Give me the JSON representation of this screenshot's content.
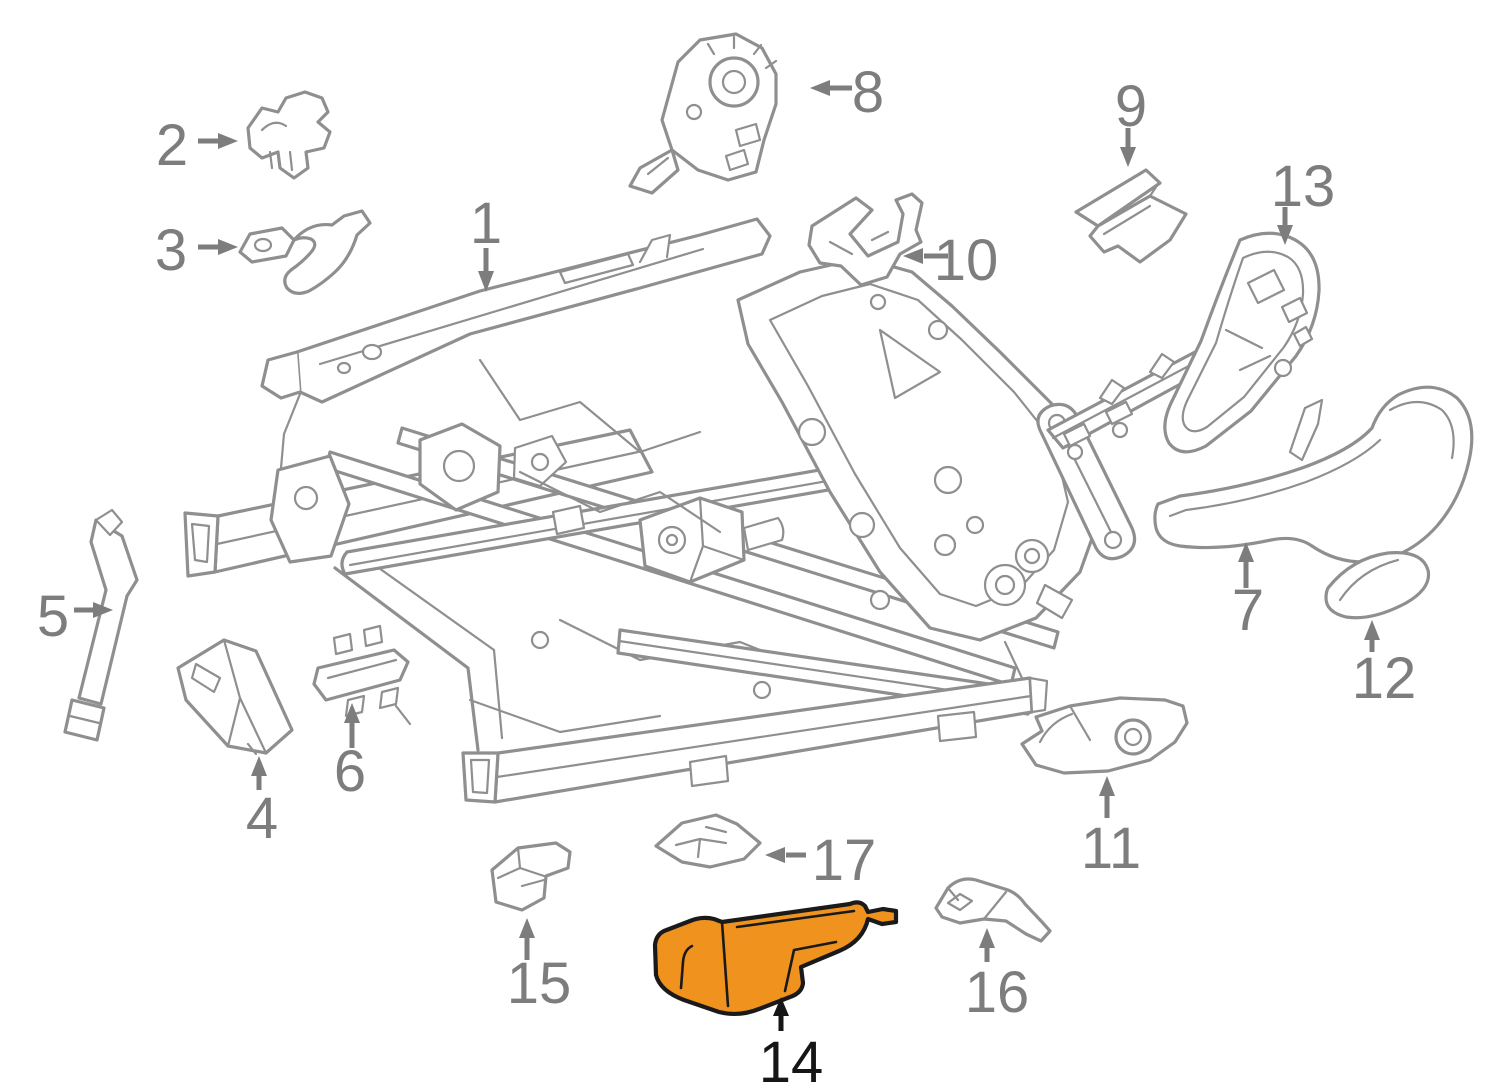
{
  "diagram": {
    "kind": "exploded-parts-diagram",
    "background": "#ffffff",
    "colors": {
      "line": "#8f8f8f",
      "label": "#7d7d7d",
      "highlight_fill": "#F0921E",
      "highlight_outline": "#1a1a1a",
      "highlight_label": "#161616"
    },
    "highlighted_part": "14",
    "parts": [
      {
        "label": "1",
        "highlighted": false
      },
      {
        "label": "2",
        "highlighted": false
      },
      {
        "label": "3",
        "highlighted": false
      },
      {
        "label": "4",
        "highlighted": false
      },
      {
        "label": "5",
        "highlighted": false
      },
      {
        "label": "6",
        "highlighted": false
      },
      {
        "label": "7",
        "highlighted": false
      },
      {
        "label": "8",
        "highlighted": false
      },
      {
        "label": "9",
        "highlighted": false
      },
      {
        "label": "10",
        "highlighted": false
      },
      {
        "label": "11",
        "highlighted": false
      },
      {
        "label": "12",
        "highlighted": false
      },
      {
        "label": "13",
        "highlighted": false
      },
      {
        "label": "14",
        "highlighted": true
      },
      {
        "label": "15",
        "highlighted": false
      },
      {
        "label": "16",
        "highlighted": false
      },
      {
        "label": "17",
        "highlighted": false
      }
    ]
  }
}
